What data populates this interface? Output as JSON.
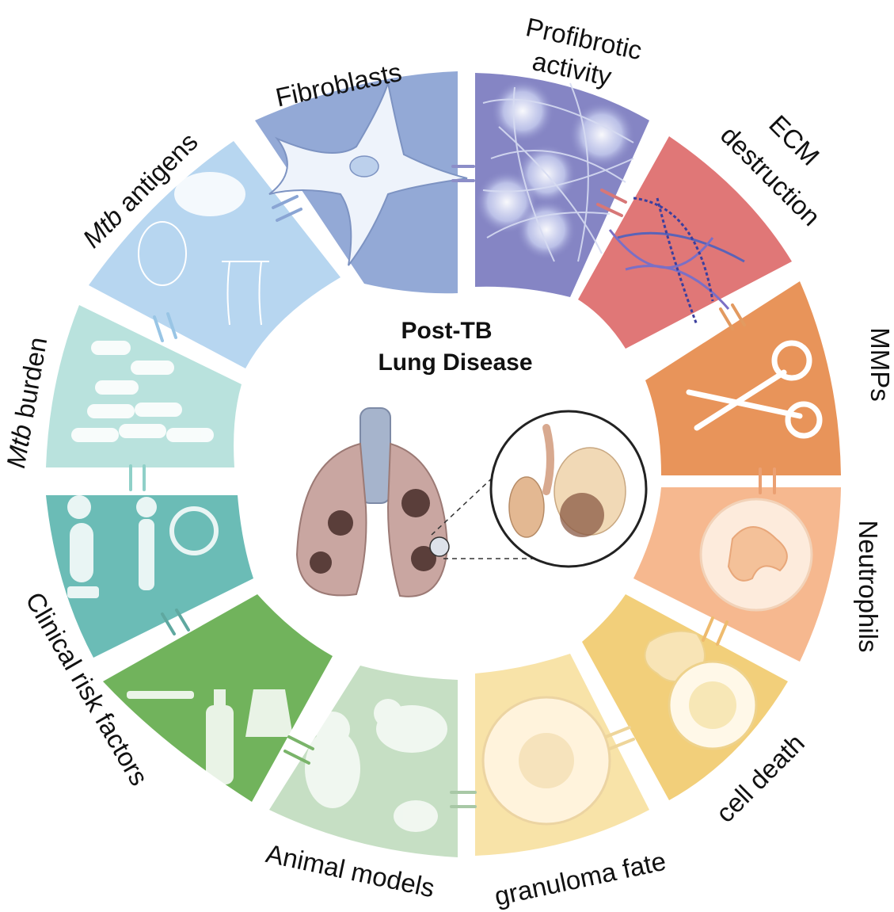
{
  "center": {
    "title_line1": "Post-TB",
    "title_line2": "Lung Disease"
  },
  "segments": [
    {
      "id": "fibroblasts",
      "label": "Fibroblasts",
      "color": "#93a9d6",
      "icon": "fibroblast-cell-icon"
    },
    {
      "id": "profibrotic",
      "label_line1": "Profibrotic",
      "label_line2": "activity",
      "color": "#8585c4",
      "icon": "collagen-fibers-icon"
    },
    {
      "id": "ecm",
      "label_line1": "ECM",
      "label_line2": "destruction",
      "color": "#e07777",
      "icon": "ecm-network-icon"
    },
    {
      "id": "mmps",
      "label": "MMPs",
      "color": "#e8945a",
      "icon": "scissors-icon"
    },
    {
      "id": "neutrophils",
      "label": "Neutrophils",
      "color": "#f6b88f",
      "icon": "neutrophil-icon"
    },
    {
      "id": "celldeath",
      "label": "cell death",
      "color": "#f2cf7a",
      "icon": "dying-cell-icon"
    },
    {
      "id": "granuloma",
      "label": "granuloma fate",
      "color": "#f8e3a8",
      "icon": "granuloma-icon"
    },
    {
      "id": "animal",
      "label": "Animal models",
      "color": "#c6dfc4",
      "icon": "animal-models-icon"
    },
    {
      "id": "clinical",
      "label": "Clinical risk factors",
      "color": "#71b35c",
      "icon": "risk-factors-icon"
    },
    {
      "id": "burden",
      "label_italic": "Mtb",
      "label_rest": " burden",
      "color": "#6bbcb6",
      "icon": "bacilli-icon"
    },
    {
      "id": "burden2",
      "color": "#b9e2dd",
      "icon": "bacilli-pile-icon"
    },
    {
      "id": "antigens",
      "label_italic": "Mtb",
      "label_rest": " antigens",
      "color": "#b7d6f0",
      "icon": "antigen-molecules-icon"
    }
  ]
}
